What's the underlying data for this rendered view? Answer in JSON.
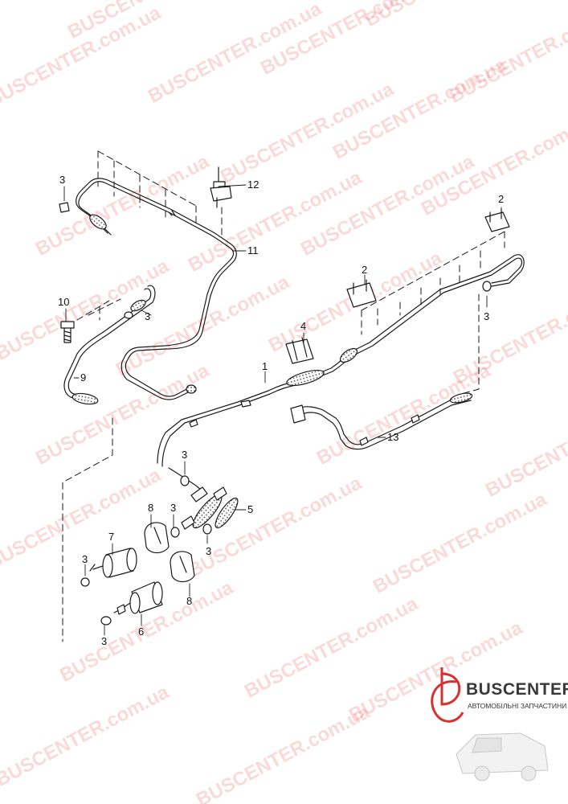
{
  "callouts": {
    "c1": "1",
    "c2a": "2",
    "c2b": "2",
    "c3a": "3",
    "c3b": "3",
    "c3c": "3",
    "c3d": "3",
    "c3e": "3",
    "c3f": "3",
    "c3g": "3",
    "c4": "4",
    "c5": "5",
    "c6": "6",
    "c7": "7",
    "c8a": "8",
    "c8b": "8",
    "c9": "9",
    "c10": "10",
    "c11": "11",
    "c12": "12",
    "c13": "13"
  },
  "watermark": {
    "text_a": "BUSCENTER.com.ua",
    "text_b": "BUSCENTER.com.ua",
    "text_c": "BUSCENTER.com.ua"
  },
  "logo": {
    "brand": "BUSCENTER",
    "tagline": "АВТОМОБІЛЬНІ ЗАПЧАСТИНИ"
  },
  "colors": {
    "line": "#1a1a1a",
    "watermark": "#e85050",
    "logo_accent": "#d83030"
  }
}
